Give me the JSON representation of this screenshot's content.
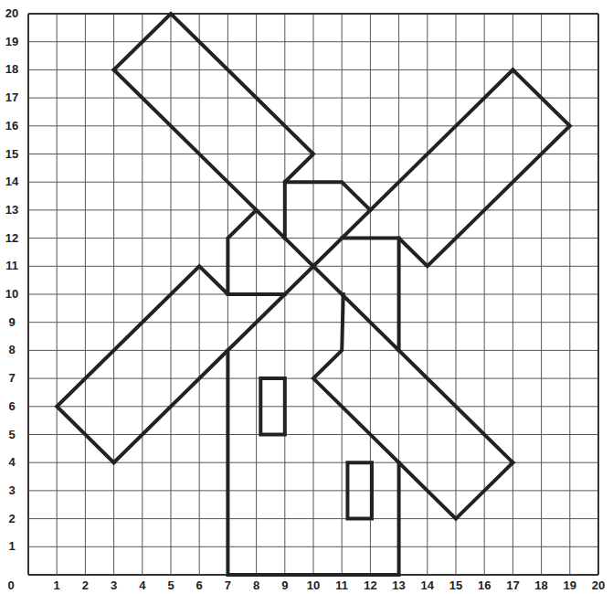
{
  "diagram": {
    "labels": [
      "0",
      "1",
      "2",
      "3",
      "4",
      "5",
      "6",
      "7",
      "8",
      "9",
      "10",
      "11",
      "12",
      "13",
      "14",
      "15",
      "16",
      "17",
      "18",
      "19",
      "20",
      "1",
      "2",
      "3",
      "4",
      "5",
      "6",
      "7",
      "8",
      "9",
      "10",
      "11",
      "12",
      "13",
      "14",
      "15",
      "16",
      "17",
      "18",
      "19",
      "20"
    ]
  }
}
